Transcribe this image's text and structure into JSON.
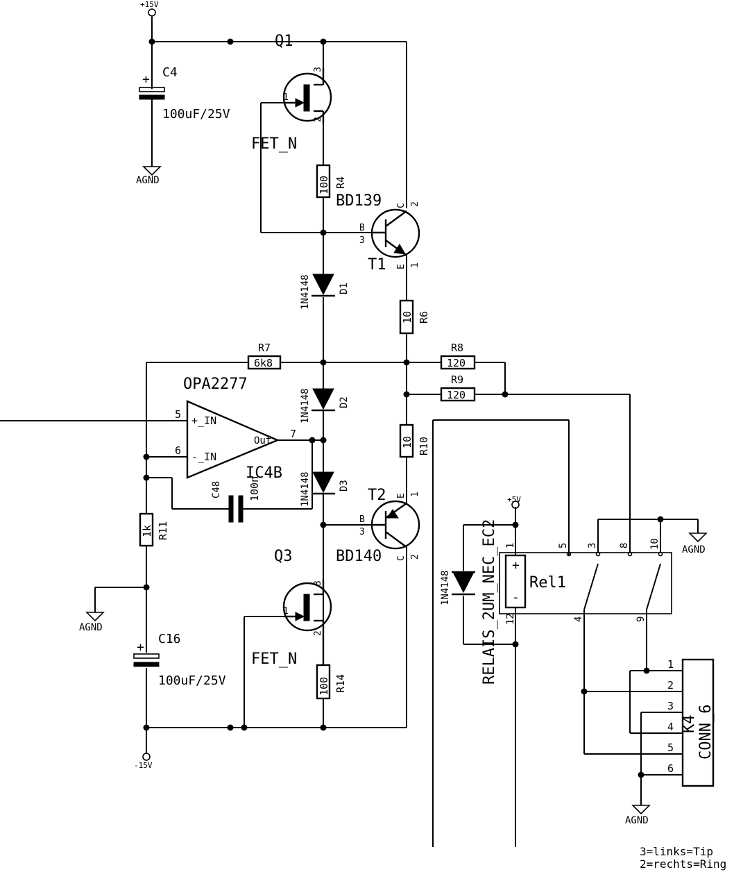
{
  "power": {
    "p15": "+15V",
    "m15": "-15V",
    "p5": "+5V",
    "agnd": "AGND"
  },
  "components": {
    "c4": {
      "ref": "C4",
      "value": "100uF/25V"
    },
    "c16": {
      "ref": "C16",
      "value": "100uF/25V"
    },
    "c48": {
      "ref": "C48",
      "value": "100n"
    },
    "q1": {
      "ref": "Q1",
      "value": "FET_N"
    },
    "q3": {
      "ref": "Q3",
      "value": "FET_N"
    },
    "r4": {
      "ref": "R4",
      "value": "100"
    },
    "r14": {
      "ref": "R14",
      "value": "100"
    },
    "r6": {
      "ref": "R6",
      "value": "10"
    },
    "r10": {
      "ref": "R10",
      "value": "10"
    },
    "r7": {
      "ref": "R7",
      "value": "6k8"
    },
    "r8": {
      "ref": "R8",
      "value": "120"
    },
    "r9": {
      "ref": "R9",
      "value": "120"
    },
    "r11": {
      "ref": "R11",
      "value": "1k"
    },
    "t1": {
      "ref": "T1",
      "value": "BD139"
    },
    "t2": {
      "ref": "T2",
      "value": "BD140"
    },
    "d1": {
      "ref": "D1",
      "value": "1N4148"
    },
    "d2": {
      "ref": "D2",
      "value": "1N4148"
    },
    "d3": {
      "ref": "D3",
      "value": "1N4148"
    },
    "drel": {
      "value": "1N4148"
    },
    "ic4": {
      "ref": "IC4B",
      "value": "OPA2277",
      "pin_in_p": "+_IN",
      "pin_in_n": "-_IN",
      "pin_out": "Out",
      "pin5": "5",
      "pin6": "6",
      "pin7": "7"
    },
    "rel1": {
      "ref": "Rel1",
      "value": "RELAIS_2UM_NEC_EC2",
      "plus": "+",
      "minus": "-",
      "pins": {
        "p1": "1",
        "p5": "5",
        "p3": "3",
        "p8": "8",
        "p10": "10",
        "p12": "12",
        "p4": "4",
        "p9": "9"
      }
    },
    "k4": {
      "ref": "K4",
      "value": "CONN_6",
      "pins": [
        "1",
        "2",
        "3",
        "4",
        "5",
        "6"
      ]
    }
  },
  "transistor_pins": {
    "b": "B",
    "c": "C",
    "e": "E",
    "n1": "1",
    "n2": "2",
    "n3": "3"
  },
  "notes": [
    "3=links=Tip",
    "2=rechts=Ring"
  ]
}
